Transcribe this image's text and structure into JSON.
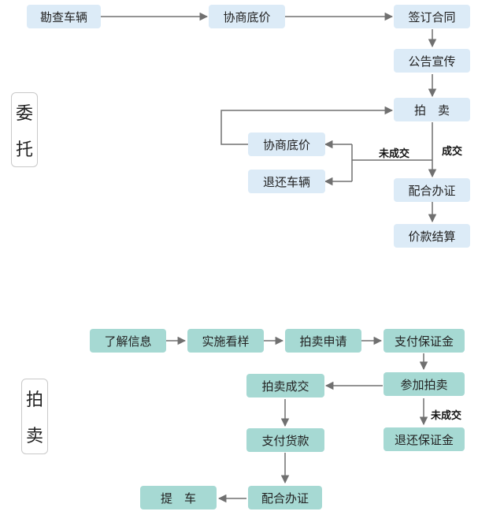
{
  "consign": {
    "side_label": [
      "委",
      "托"
    ],
    "nodes": {
      "inspect_vehicle": "勘查车辆",
      "negotiate_price": "协商底价",
      "sign_contract": "签订合同",
      "publicity": "公告宣传",
      "auction": "拍　卖",
      "renegotiate_price": "协商底价",
      "return_vehicle": "退还车辆",
      "handle_certificates": "配合办证",
      "settlement": "价款结算"
    },
    "edge_labels": {
      "deal": "成交",
      "no_deal": "未成交"
    }
  },
  "auction": {
    "side_label": [
      "拍",
      "卖"
    ],
    "nodes": {
      "learn_info": "了解信息",
      "inspect_sample": "实施看样",
      "apply_auction": "拍卖申请",
      "pay_deposit": "支付保证金",
      "join_auction": "参加拍卖",
      "auction_deal": "拍卖成交",
      "refund_deposit": "退还保证金",
      "pay_price": "支付货款",
      "handle_certificates": "配合办证",
      "pick_up_vehicle": "提　车"
    },
    "edge_labels": {
      "no_deal": "未成交"
    }
  },
  "colors": {
    "consign_box": "#dcebf7",
    "auction_box": "#a6d9d3",
    "arrow": "#707070"
  }
}
